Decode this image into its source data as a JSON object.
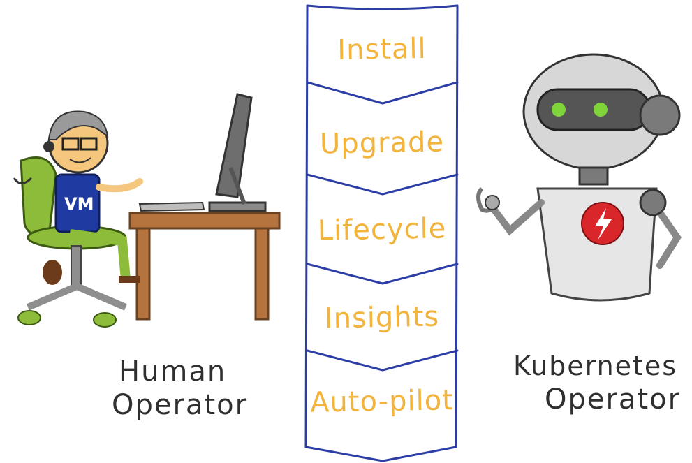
{
  "stages": [
    {
      "label": "Install"
    },
    {
      "label": "Upgrade"
    },
    {
      "label": "Lifecycle"
    },
    {
      "label": "Insights"
    },
    {
      "label": "Auto-pilot"
    }
  ],
  "human": {
    "line1": "Human",
    "line2": "Operator"
  },
  "robot": {
    "line1": "Kubernetes",
    "line2": "Operator"
  },
  "colors": {
    "chevron_stroke": "#2c3ea6",
    "stage_text": "#f2b43c",
    "shirt": "#1f3aa0",
    "chair": "#8dbb3a",
    "desk": "#b5733d",
    "robot_badge": "#d8262b",
    "robot_eye": "#7fd43a"
  }
}
